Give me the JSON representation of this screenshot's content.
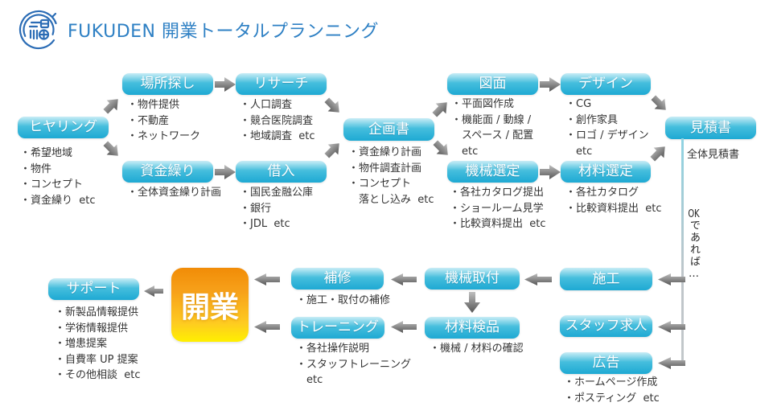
{
  "header": {
    "title": "FUKUDEN 開業トータルプランニング",
    "logo": "fukuden-circular-mark"
  },
  "colors": {
    "title_blue": "#2e80c4",
    "logo_blue": "#2b6cb5",
    "box_gradient_top": "#c9edf6",
    "box_gradient_bottom": "#1ea9d3",
    "opening_gradient_top": "#f18c07",
    "opening_gradient_bottom": "#fff000",
    "arrow_gray": "#8c8c8c",
    "bullet_text": "#333333"
  },
  "nodes": {
    "hearing": {
      "label": "ヒヤリング",
      "bullets": [
        "・希望地域",
        "・物件",
        "・コンセプト",
        "・資金繰り  etc"
      ]
    },
    "place": {
      "label": "場所探し",
      "bullets": [
        "・物件提供",
        "・不動産",
        "・ネットワーク"
      ]
    },
    "research": {
      "label": "リサーチ",
      "bullets": [
        "・人口調査",
        "・競合医院調査",
        "・地域調査  etc"
      ]
    },
    "funding": {
      "label": "資金繰り",
      "bullets": [
        "・全体資金繰り計画"
      ]
    },
    "loan": {
      "label": "借入",
      "bullets": [
        "・国民金融公庫",
        "・銀行",
        "・JDL  etc"
      ]
    },
    "proposal": {
      "label": "企画書",
      "bullets": [
        "・資金繰り計画",
        "・物件調査計画",
        "・コンセプト",
        "　落とし込み  etc"
      ]
    },
    "drawing": {
      "label": "図面",
      "bullets": [
        "・平面図作成",
        "・機能面 / 動線 /",
        "　スペース / 配置",
        "　etc"
      ]
    },
    "design": {
      "label": "デザイン",
      "bullets": [
        "・CG",
        "・創作家具",
        "・ロゴ / デザイン",
        "　etc"
      ]
    },
    "machine_select": {
      "label": "機械選定",
      "bullets": [
        "・各社カタログ提出",
        "・ショールーム見学",
        "・比較資料提出  etc"
      ]
    },
    "material_select": {
      "label": "材料選定",
      "bullets": [
        "・各社カタログ",
        "・比較資料提出  etc"
      ]
    },
    "estimate": {
      "label": "見積書",
      "note": "全体見積書"
    },
    "support": {
      "label": "サポート",
      "bullets": [
        "・新製品情報提供",
        "・学術情報提供",
        "・増患提案",
        "・自費率 UP 提案",
        "・その他相談  etc"
      ]
    },
    "opening": {
      "label": "開業"
    },
    "repair": {
      "label": "補修",
      "bullets": [
        "・施工・取付の補修"
      ]
    },
    "training": {
      "label": "トレーニング",
      "bullets": [
        "・各社操作説明",
        "・スタッフトレーニング",
        "　etc"
      ]
    },
    "install": {
      "label": "機械取付"
    },
    "inspection": {
      "label": "材料検品",
      "bullets": [
        "・機械 / 材料の確認"
      ]
    },
    "construction": {
      "label": "施工"
    },
    "recruit": {
      "label": "スタッフ求人"
    },
    "ad": {
      "label": "広告",
      "bullets": [
        "・ホームページ作成",
        "・ポスティング  etc"
      ]
    }
  },
  "flow_note": {
    "ok": "OK",
    "rest": "であれば…"
  }
}
